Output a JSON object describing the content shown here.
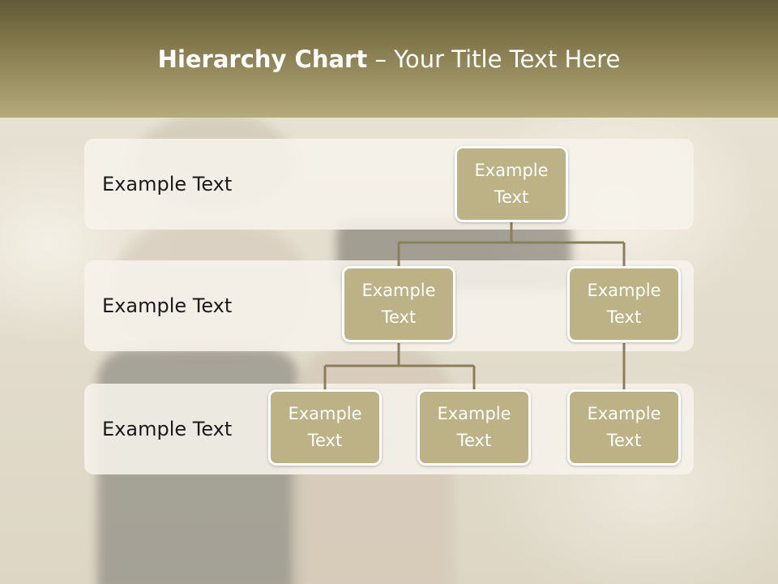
{
  "title": {
    "bold": "Hierarchy Chart",
    "rest": " – Your Title Text Here"
  },
  "levels": [
    {
      "label": "Example Text"
    },
    {
      "label": "Example Text"
    },
    {
      "label": "Example Text"
    }
  ],
  "nodes": {
    "root": "Example Text",
    "level2_left": "Example Text",
    "level2_right": "Example Text",
    "level3_left_a": "Example Text",
    "level3_left_b": "Example Text",
    "level3_right": "Example Text"
  },
  "colors": {
    "title_bar": "#8a7f52",
    "node_fill": "#bcb286",
    "connector": "#8b7f5a",
    "band": "#f6f3eb"
  }
}
